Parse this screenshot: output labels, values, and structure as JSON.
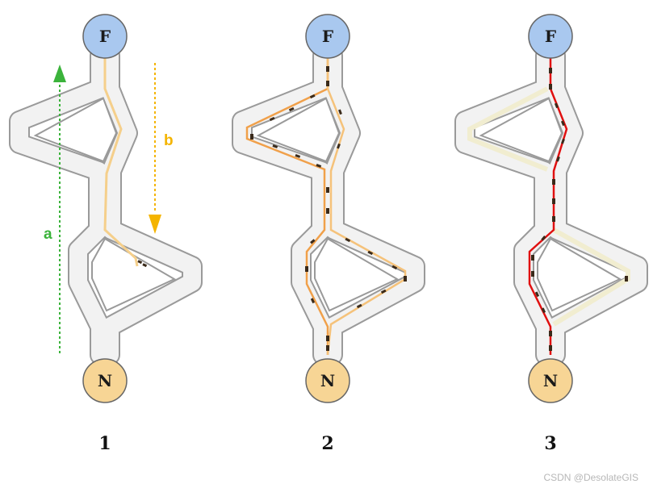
{
  "nodes": {
    "food": "F",
    "nest": "N"
  },
  "arrows": {
    "a": {
      "label": "a",
      "color": "#3bb33b"
    },
    "b": {
      "label": "b",
      "color": "#f4b400"
    }
  },
  "panels": [
    "1",
    "2",
    "3"
  ],
  "colors": {
    "food_fill": "#a9c8ef",
    "nest_fill": "#f7d595",
    "node_stroke": "#666666",
    "path_fill": "#f2f2f2",
    "path_stroke": "#9a9a9a",
    "trail_light": "#f5cf8b",
    "trail_orange": "#f0a04a",
    "trail_red": "#e01010",
    "ant": "#3a2a1a"
  },
  "watermark": "CSDN @DesolateGIS"
}
